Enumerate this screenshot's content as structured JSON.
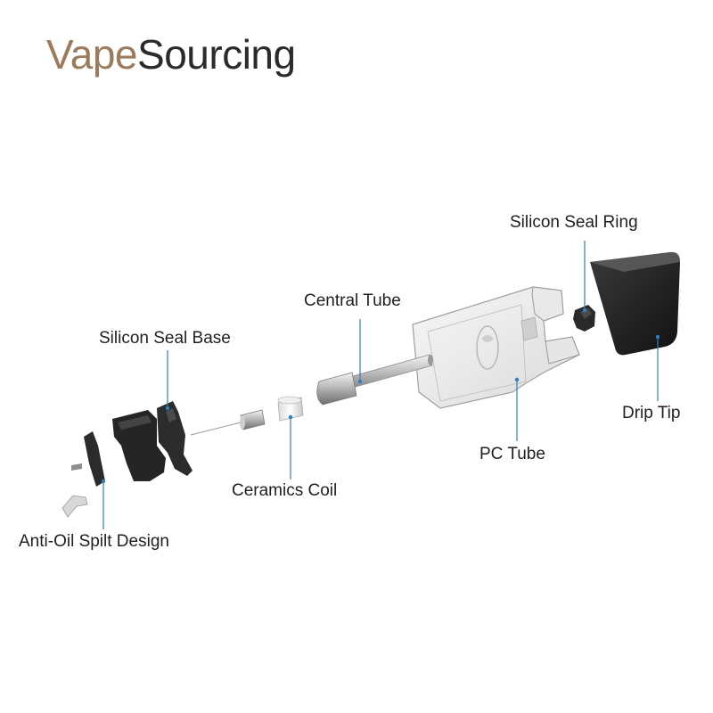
{
  "brand": {
    "part1": "Vape",
    "part2": "Sourcing"
  },
  "colors": {
    "brand_tan": "#9c7b5d",
    "brand_dark": "#2b2b2b",
    "leader_line": "#2f7fc1"
  },
  "labels": {
    "silicon_seal_ring": "Silicon Seal Ring",
    "central_tube": "Central Tube",
    "silicon_seal_base": "Silicon Seal Base",
    "drip_tip": "Drip Tip",
    "pc_tube": "PC Tube",
    "ceramics_coil": "Ceramics Coil",
    "anti_oil_spilt_design": "Anti-Oil Spilt Design"
  }
}
